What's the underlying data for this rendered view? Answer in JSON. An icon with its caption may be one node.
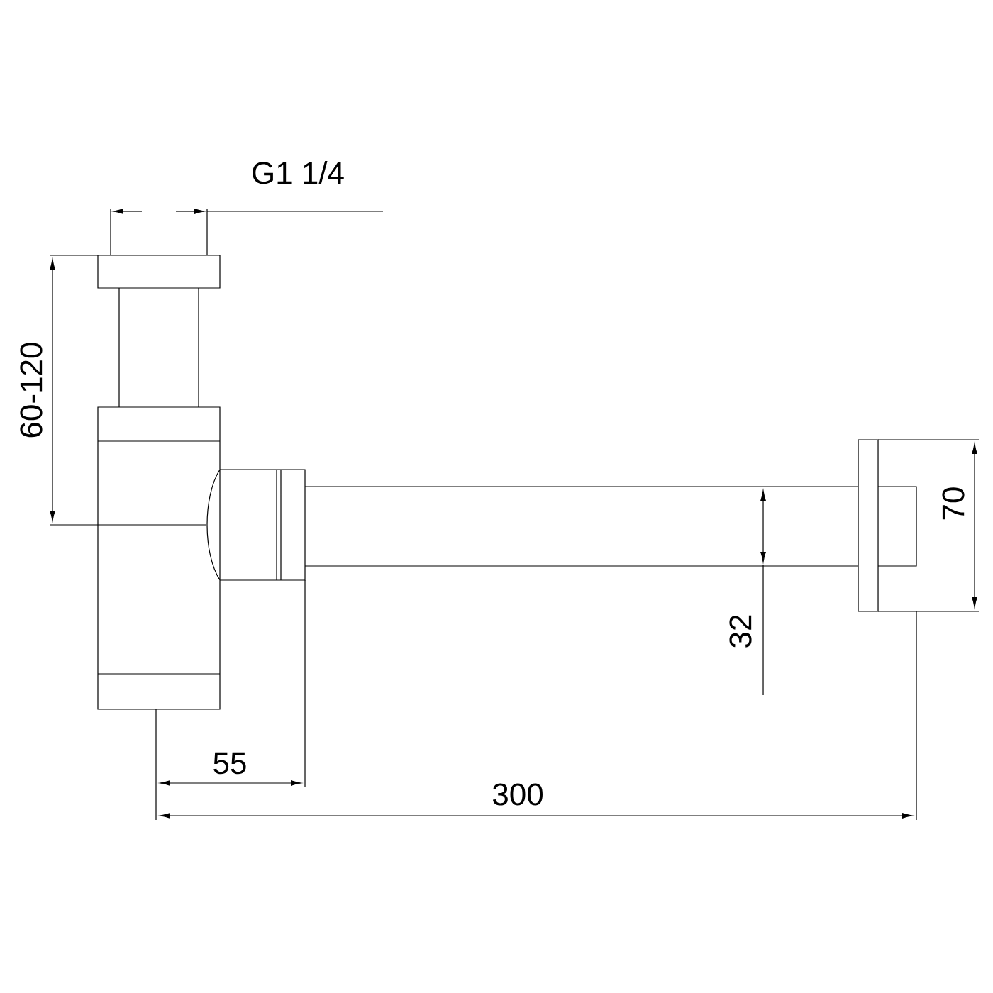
{
  "diagram": {
    "labels": [
      "G1 1/4",
      "60-120",
      "70",
      "32",
      "55",
      "300"
    ]
  }
}
